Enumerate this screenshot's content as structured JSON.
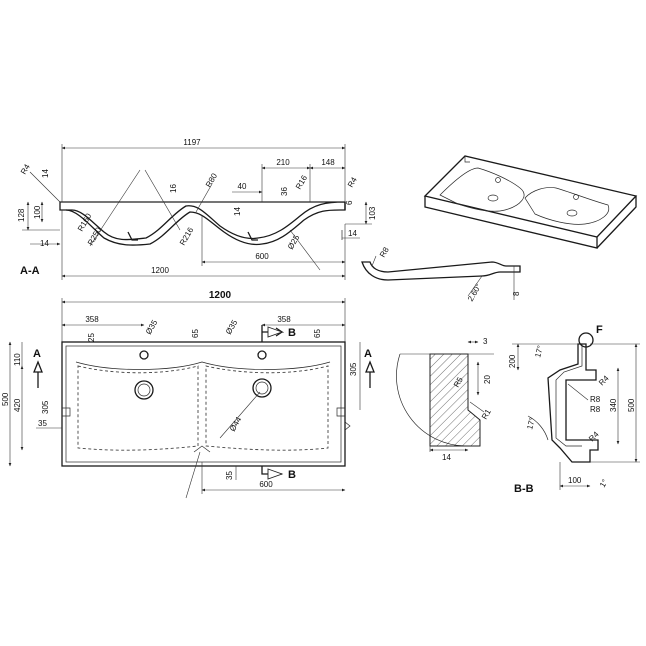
{
  "sections": {
    "aa": "A-A",
    "bb": "B-B",
    "a_mark": "A",
    "b_mark": "B",
    "f_mark": "F"
  },
  "aa_dims": {
    "d1197": "1197",
    "d1200": "1200",
    "d210": "210",
    "d148": "148",
    "d40": "40",
    "d600": "600",
    "d128": "128",
    "d100": "100",
    "d103": "103",
    "d14a": "14",
    "d14b": "14",
    "d14c": "14",
    "d14d": "14",
    "d16": "16",
    "d36": "36",
    "d6": "6",
    "r4a": "R4",
    "r4b": "R4",
    "r80": "R80",
    "r160": "R160",
    "r250": "R250",
    "r216": "R216",
    "rbis": "R16",
    "d25": "Ø25",
    "r8": "R8",
    "a260": "2.60°",
    "d8": "8"
  },
  "plan_dims": {
    "d1200": "1200",
    "d358a": "358",
    "d358b": "358",
    "d25": "25",
    "d35a": "Ø35",
    "d35b": "Ø35",
    "d65a": "65",
    "d65b": "65",
    "d500": "500",
    "d110": "110",
    "d420": "420",
    "d305a": "305",
    "d305b": "305",
    "d35c": "35",
    "d35d": "35",
    "d44": "Ø44",
    "d600": "600"
  },
  "detail_dims": {
    "d3": "3",
    "d20": "20",
    "d14": "14",
    "r1": "R1",
    "r5": "R5"
  },
  "bb_dims": {
    "d200": "200",
    "d17a": "17°",
    "d17b": "17°",
    "r4a": "R4",
    "r4b": "R4",
    "r8a": "R8",
    "r8b": "R8",
    "d340": "340",
    "d500": "500",
    "d100": "100",
    "d1": "1°"
  }
}
